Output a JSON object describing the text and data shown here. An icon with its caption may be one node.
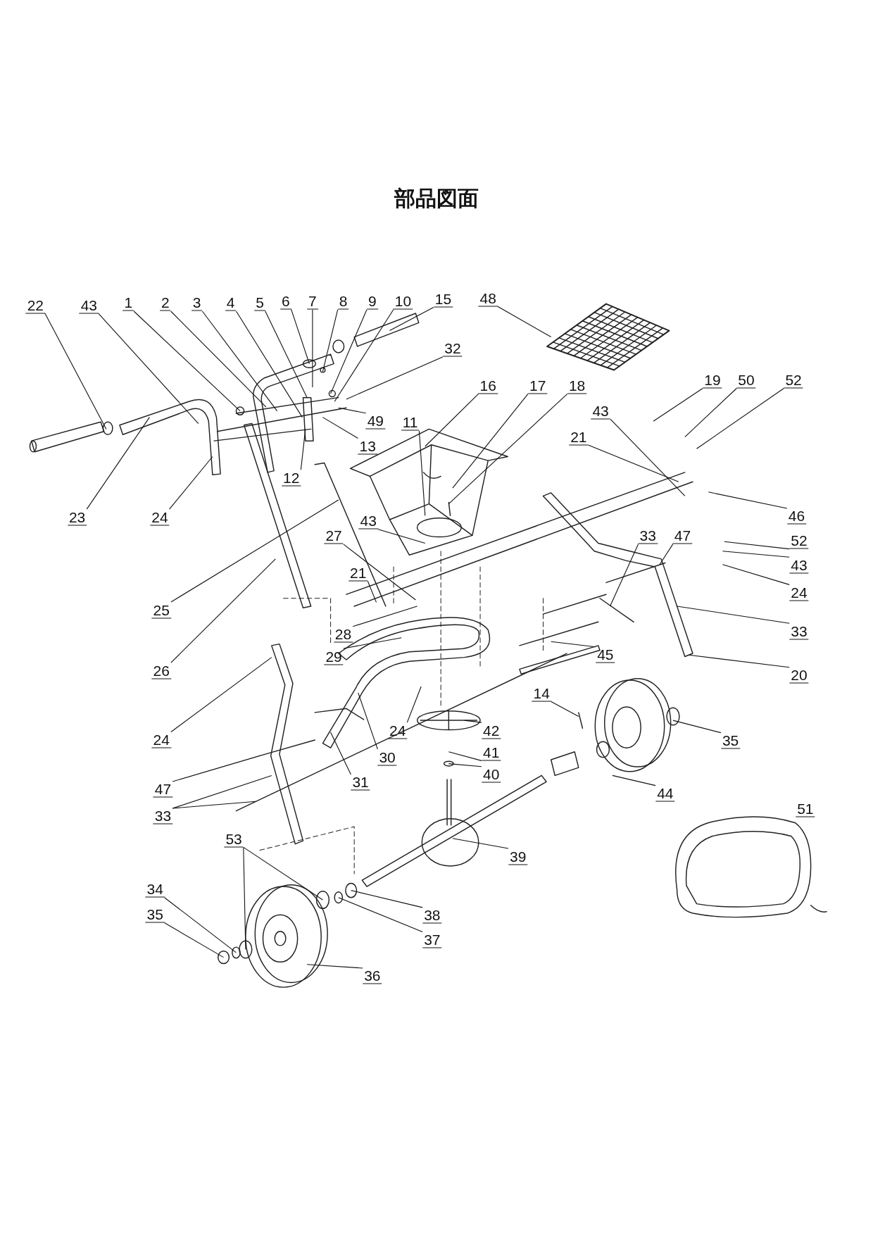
{
  "diagram": {
    "title": "部品図面",
    "nodes": [
      {
        "text": [
          "22"
        ]
      },
      {
        "text": [
          "43"
        ]
      },
      {
        "text": [
          "1"
        ]
      },
      {
        "text": [
          "2"
        ]
      },
      {
        "text": [
          "3"
        ]
      },
      {
        "text": [
          "4"
        ]
      },
      {
        "text": [
          "5"
        ]
      },
      {
        "text": [
          "6"
        ]
      },
      {
        "text": [
          "7"
        ]
      },
      {
        "text": [
          "8"
        ]
      },
      {
        "text": [
          "9"
        ]
      },
      {
        "text": [
          "10"
        ]
      },
      {
        "text": [
          "15"
        ]
      },
      {
        "text": [
          "48"
        ]
      },
      {
        "text": [
          "32"
        ]
      },
      {
        "text": [
          "16"
        ]
      },
      {
        "text": [
          "17"
        ]
      },
      {
        "text": [
          "18"
        ]
      },
      {
        "text": [
          "19"
        ]
      },
      {
        "text": [
          "50"
        ]
      },
      {
        "text": [
          "52"
        ]
      },
      {
        "text": [
          "49"
        ]
      },
      {
        "text": [
          "11"
        ]
      },
      {
        "text": [
          "13"
        ]
      },
      {
        "text": [
          "43"
        ]
      },
      {
        "text": [
          "21"
        ]
      },
      {
        "text": [
          "12"
        ]
      },
      {
        "text": [
          "23"
        ]
      },
      {
        "text": [
          "24"
        ]
      },
      {
        "text": [
          "46"
        ]
      },
      {
        "text": [
          "43"
        ]
      },
      {
        "text": [
          "27"
        ]
      },
      {
        "text": [
          "33"
        ]
      },
      {
        "text": [
          "47"
        ]
      },
      {
        "text": [
          "52"
        ]
      },
      {
        "text": [
          "43"
        ]
      },
      {
        "text": [
          "21"
        ]
      },
      {
        "text": [
          "24"
        ]
      },
      {
        "text": [
          "25"
        ]
      },
      {
        "text": [
          "33"
        ]
      },
      {
        "text": [
          "28"
        ]
      },
      {
        "text": [
          "29"
        ]
      },
      {
        "text": [
          "45"
        ]
      },
      {
        "text": [
          "26"
        ]
      },
      {
        "text": [
          "20"
        ]
      },
      {
        "text": [
          "14"
        ]
      },
      {
        "text": [
          "42"
        ]
      },
      {
        "text": [
          "24"
        ]
      },
      {
        "text": [
          "41"
        ]
      },
      {
        "text": [
          "35"
        ]
      },
      {
        "text": [
          "24"
        ]
      },
      {
        "text": [
          "30"
        ]
      },
      {
        "text": [
          "40"
        ]
      },
      {
        "text": [
          "47"
        ]
      },
      {
        "text": [
          "31"
        ]
      },
      {
        "text": [
          "44"
        ]
      },
      {
        "text": [
          "33"
        ]
      },
      {
        "text": [
          "53"
        ]
      },
      {
        "text": [
          "39"
        ]
      },
      {
        "text": [
          "34"
        ]
      },
      {
        "text": [
          "38"
        ]
      },
      {
        "text": [
          "35"
        ]
      },
      {
        "text": [
          "37"
        ]
      },
      {
        "text": [
          "36"
        ]
      }
    ],
    "edges": [
      {
        "from": 0,
        "to": null,
        "arrow": "none"
      },
      {
        "from": 1,
        "to": null,
        "arrow": "none"
      },
      {
        "from": 2,
        "to": null,
        "arrow": "none"
      },
      {
        "from": 3,
        "to": null,
        "arrow": "none"
      },
      {
        "from": 4,
        "to": null,
        "arrow": "none"
      },
      {
        "from": 5,
        "to": null,
        "arrow": "none"
      },
      {
        "from": 6,
        "to": null,
        "arrow": "none"
      },
      {
        "from": 7,
        "to": null,
        "arrow": "none"
      },
      {
        "from": 8,
        "to": null,
        "arrow": "none"
      },
      {
        "from": 9,
        "to": null,
        "arrow": "none"
      },
      {
        "from": 10,
        "to": null,
        "arrow": "none"
      },
      {
        "from": 11,
        "to": null,
        "arrow": "none"
      },
      {
        "from": 12,
        "to": null,
        "arrow": "none"
      },
      {
        "from": 13,
        "to": null,
        "arrow": "none"
      },
      {
        "from": 14,
        "to": null,
        "arrow": "none"
      },
      {
        "from": 15,
        "to": null,
        "arrow": "none"
      },
      {
        "from": 16,
        "to": null,
        "arrow": "none"
      },
      {
        "from": 17,
        "to": null,
        "arrow": "none"
      },
      {
        "from": 18,
        "to": null,
        "arrow": "none"
      },
      {
        "from": 19,
        "to": null,
        "arrow": "none"
      },
      {
        "from": 20,
        "to": null,
        "arrow": "none"
      },
      {
        "from": 21,
        "to": null,
        "arrow": "none"
      },
      {
        "from": 22,
        "to": null,
        "arrow": "none"
      },
      {
        "from": 23,
        "to": null,
        "arrow": "none"
      },
      {
        "from": 24,
        "to": null,
        "arrow": "none"
      },
      {
        "from": 25,
        "to": null,
        "arrow": "none"
      },
      {
        "from": 26,
        "to": null,
        "arrow": "none"
      },
      {
        "from": 27,
        "to": null,
        "arrow": "none"
      },
      {
        "from": 28,
        "to": null,
        "arrow": "none"
      },
      {
        "from": 29,
        "to": null,
        "arrow": "none"
      },
      {
        "from": 30,
        "to": null,
        "arrow": "none"
      },
      {
        "from": 31,
        "to": null,
        "arrow": "none"
      },
      {
        "from": 32,
        "to": null,
        "arrow": "none"
      },
      {
        "from": 33,
        "to": null,
        "arrow": "none"
      },
      {
        "from": 34,
        "to": null,
        "arrow": "none"
      },
      {
        "from": 35,
        "to": null,
        "arrow": "none"
      },
      {
        "from": 36,
        "to": null,
        "arrow": "none"
      },
      {
        "from": 37,
        "to": null,
        "arrow": "none"
      },
      {
        "from": 38,
        "to": null,
        "arrow": "none"
      },
      {
        "from": 39,
        "to": null,
        "arrow": "none"
      },
      {
        "from": 40,
        "to": null,
        "arrow": "none"
      },
      {
        "from": 41,
        "to": null,
        "arrow": "none"
      },
      {
        "from": 42,
        "to": null,
        "arrow": "none"
      },
      {
        "from": 43,
        "to": null,
        "arrow": "none"
      },
      {
        "from": 44,
        "to": null,
        "arrow": "none"
      },
      {
        "from": 45,
        "to": null,
        "arrow": "none"
      },
      {
        "from": 46,
        "to": null,
        "arrow": "none"
      },
      {
        "from": 47,
        "to": null,
        "arrow": "none"
      },
      {
        "from": 48,
        "to": null,
        "arrow": "none"
      },
      {
        "from": 49,
        "to": null,
        "arrow": "none"
      },
      {
        "from": 50,
        "to": null,
        "arrow": "none"
      },
      {
        "from": 51,
        "to": null,
        "arrow": "none"
      },
      {
        "from": 52,
        "to": null,
        "arrow": "none"
      },
      {
        "from": 53,
        "to": null,
        "arrow": "none"
      },
      {
        "from": 54,
        "to": null,
        "arrow": "none"
      },
      {
        "from": 55,
        "to": null,
        "arrow": "none"
      },
      {
        "from": 56,
        "to": null,
        "arrow": "none"
      },
      {
        "from": 56,
        "to": null,
        "arrow": "none"
      },
      {
        "from": 57,
        "to": null,
        "arrow": "none"
      },
      {
        "from": 57,
        "to": null,
        "arrow": "none"
      },
      {
        "from": 58,
        "to": null,
        "arrow": "none"
      },
      {
        "from": 59,
        "to": null,
        "arrow": "none"
      },
      {
        "from": 60,
        "to": null,
        "arrow": "none"
      },
      {
        "from": 61,
        "to": null,
        "arrow": "none"
      },
      {
        "from": 62,
        "to": null,
        "arrow": "none"
      },
      {
        "from": 63,
        "to": null,
        "arrow": "none"
      }
    ],
    "labels": [
      "51"
    ]
  }
}
